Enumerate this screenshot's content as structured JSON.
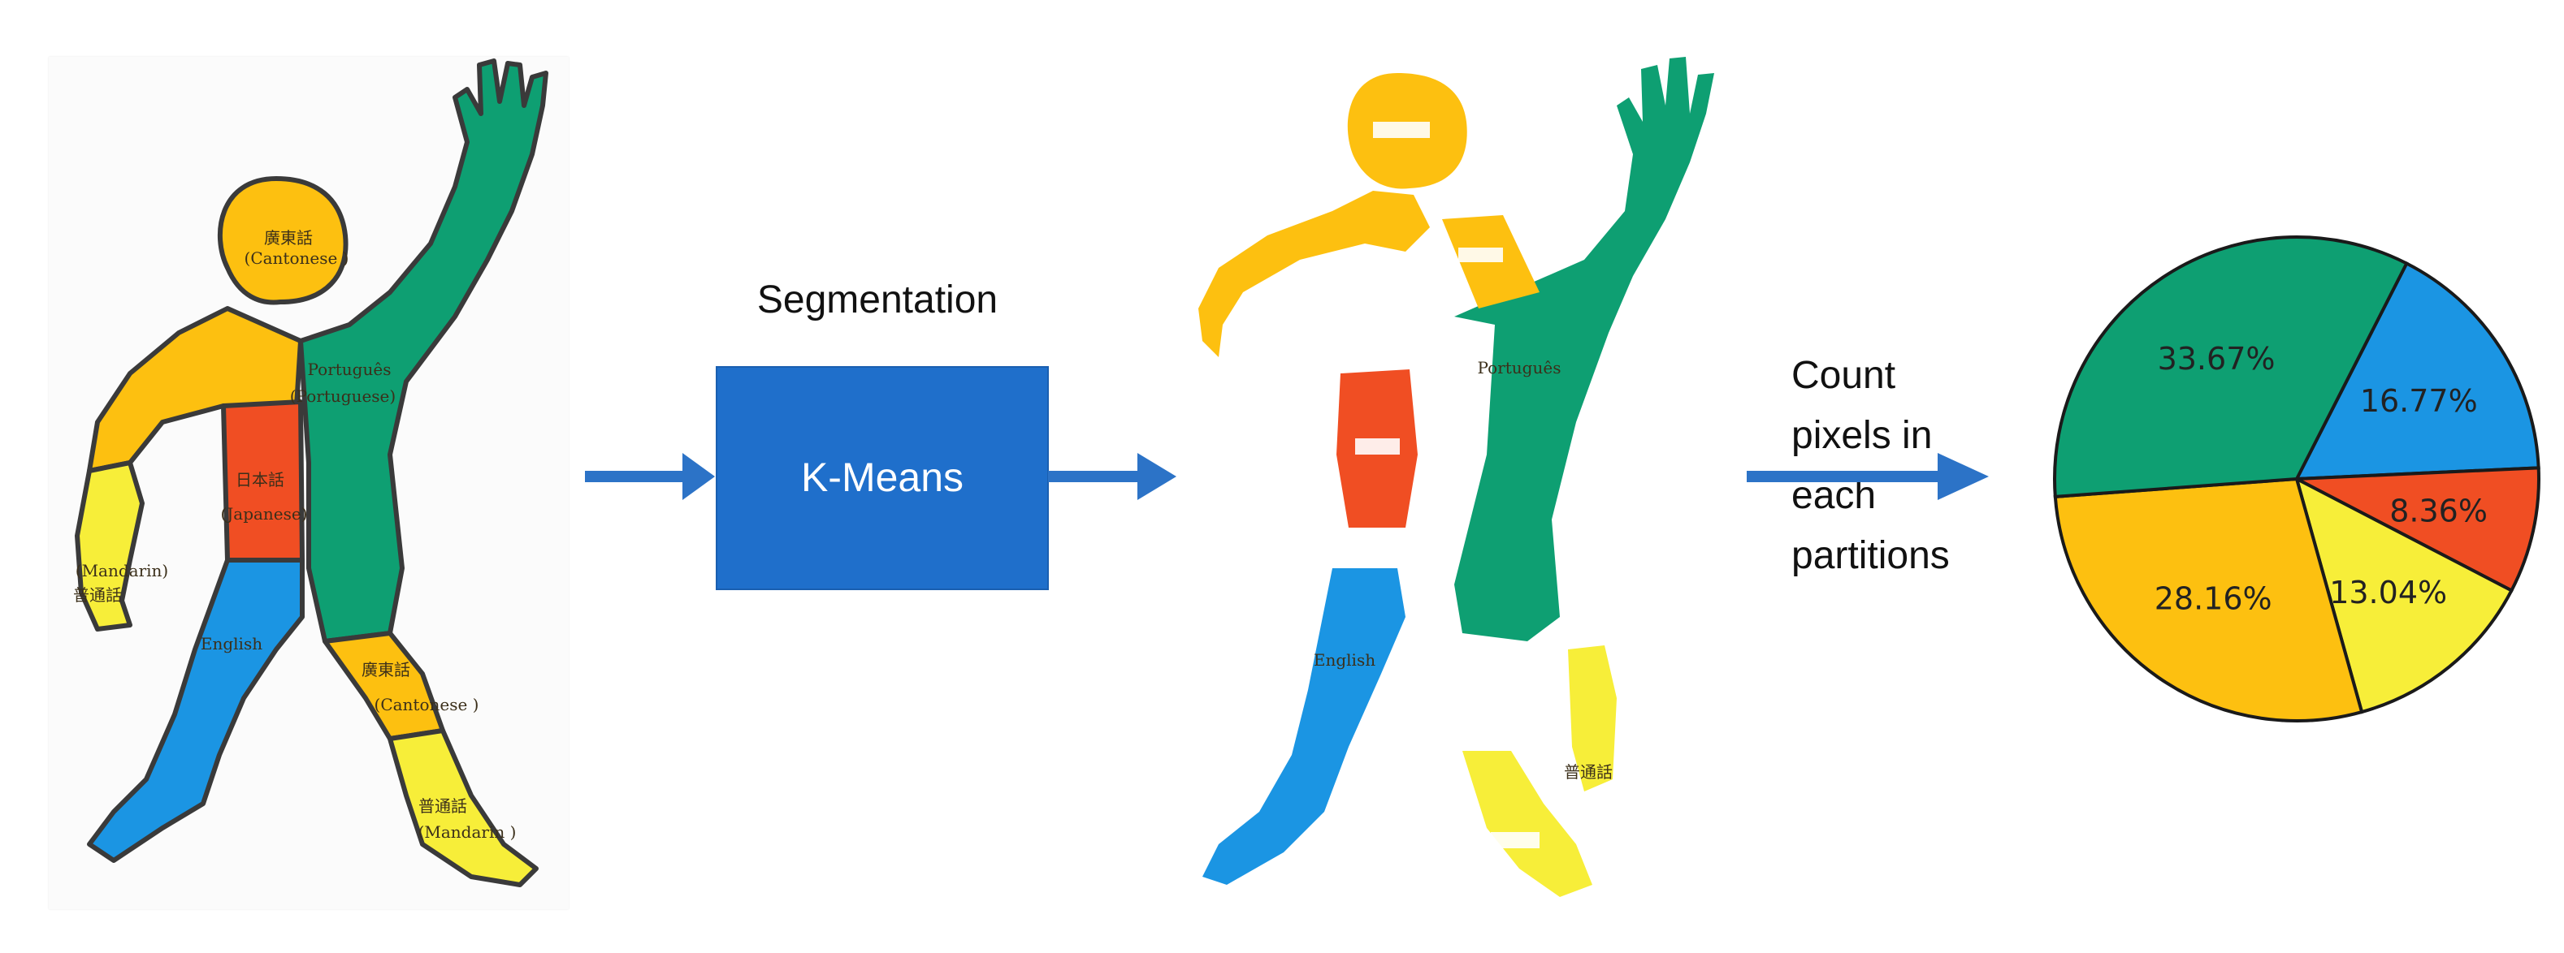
{
  "colors": {
    "yellow_orange": "#FDC010",
    "green": "#0E9F72",
    "red": "#F04E23",
    "blue": "#1B95E3",
    "light_yellow": "#F7EE39",
    "box_blue": "#1F6FCB",
    "arrow_blue": "#2C73C7"
  },
  "source_figure": {
    "labels": {
      "head_cn": "廣東話",
      "head_en": "(Cantonese )",
      "torso_right_pt": "Português",
      "torso_right_en": "(Portuguese)",
      "torso_left_jp": "日本話",
      "torso_left_en": "(Japanese)",
      "left_arm_en": "(Mandarin)",
      "left_arm_cn": "普通話",
      "left_leg": "English",
      "right_leg_cn": "廣東話",
      "right_leg_en": "(Cantonese )",
      "right_foot_cn": "普通話",
      "right_foot_en": "(Mandarin )"
    }
  },
  "segmentation_step": {
    "title": "Segmentation",
    "box_label": "K-Means"
  },
  "segmented_figure": {
    "labels": {
      "torso_right": "Português",
      "left_leg": "English",
      "right_shin": "普通話"
    }
  },
  "count_step": {
    "lines": [
      "Count",
      "pixels in",
      "each",
      "partitions"
    ]
  },
  "chart_data": {
    "type": "pie",
    "title": "",
    "slices": [
      {
        "label": "33.67%",
        "value": 33.67,
        "color": "#0E9F72"
      },
      {
        "label": "16.77%",
        "value": 16.77,
        "color": "#1B95E3"
      },
      {
        "label": "8.36%",
        "value": 8.36,
        "color": "#F04E23"
      },
      {
        "label": "13.04%",
        "value": 13.04,
        "color": "#F7EE39"
      },
      {
        "label": "28.16%",
        "value": 28.16,
        "color": "#FDC010"
      }
    ]
  }
}
